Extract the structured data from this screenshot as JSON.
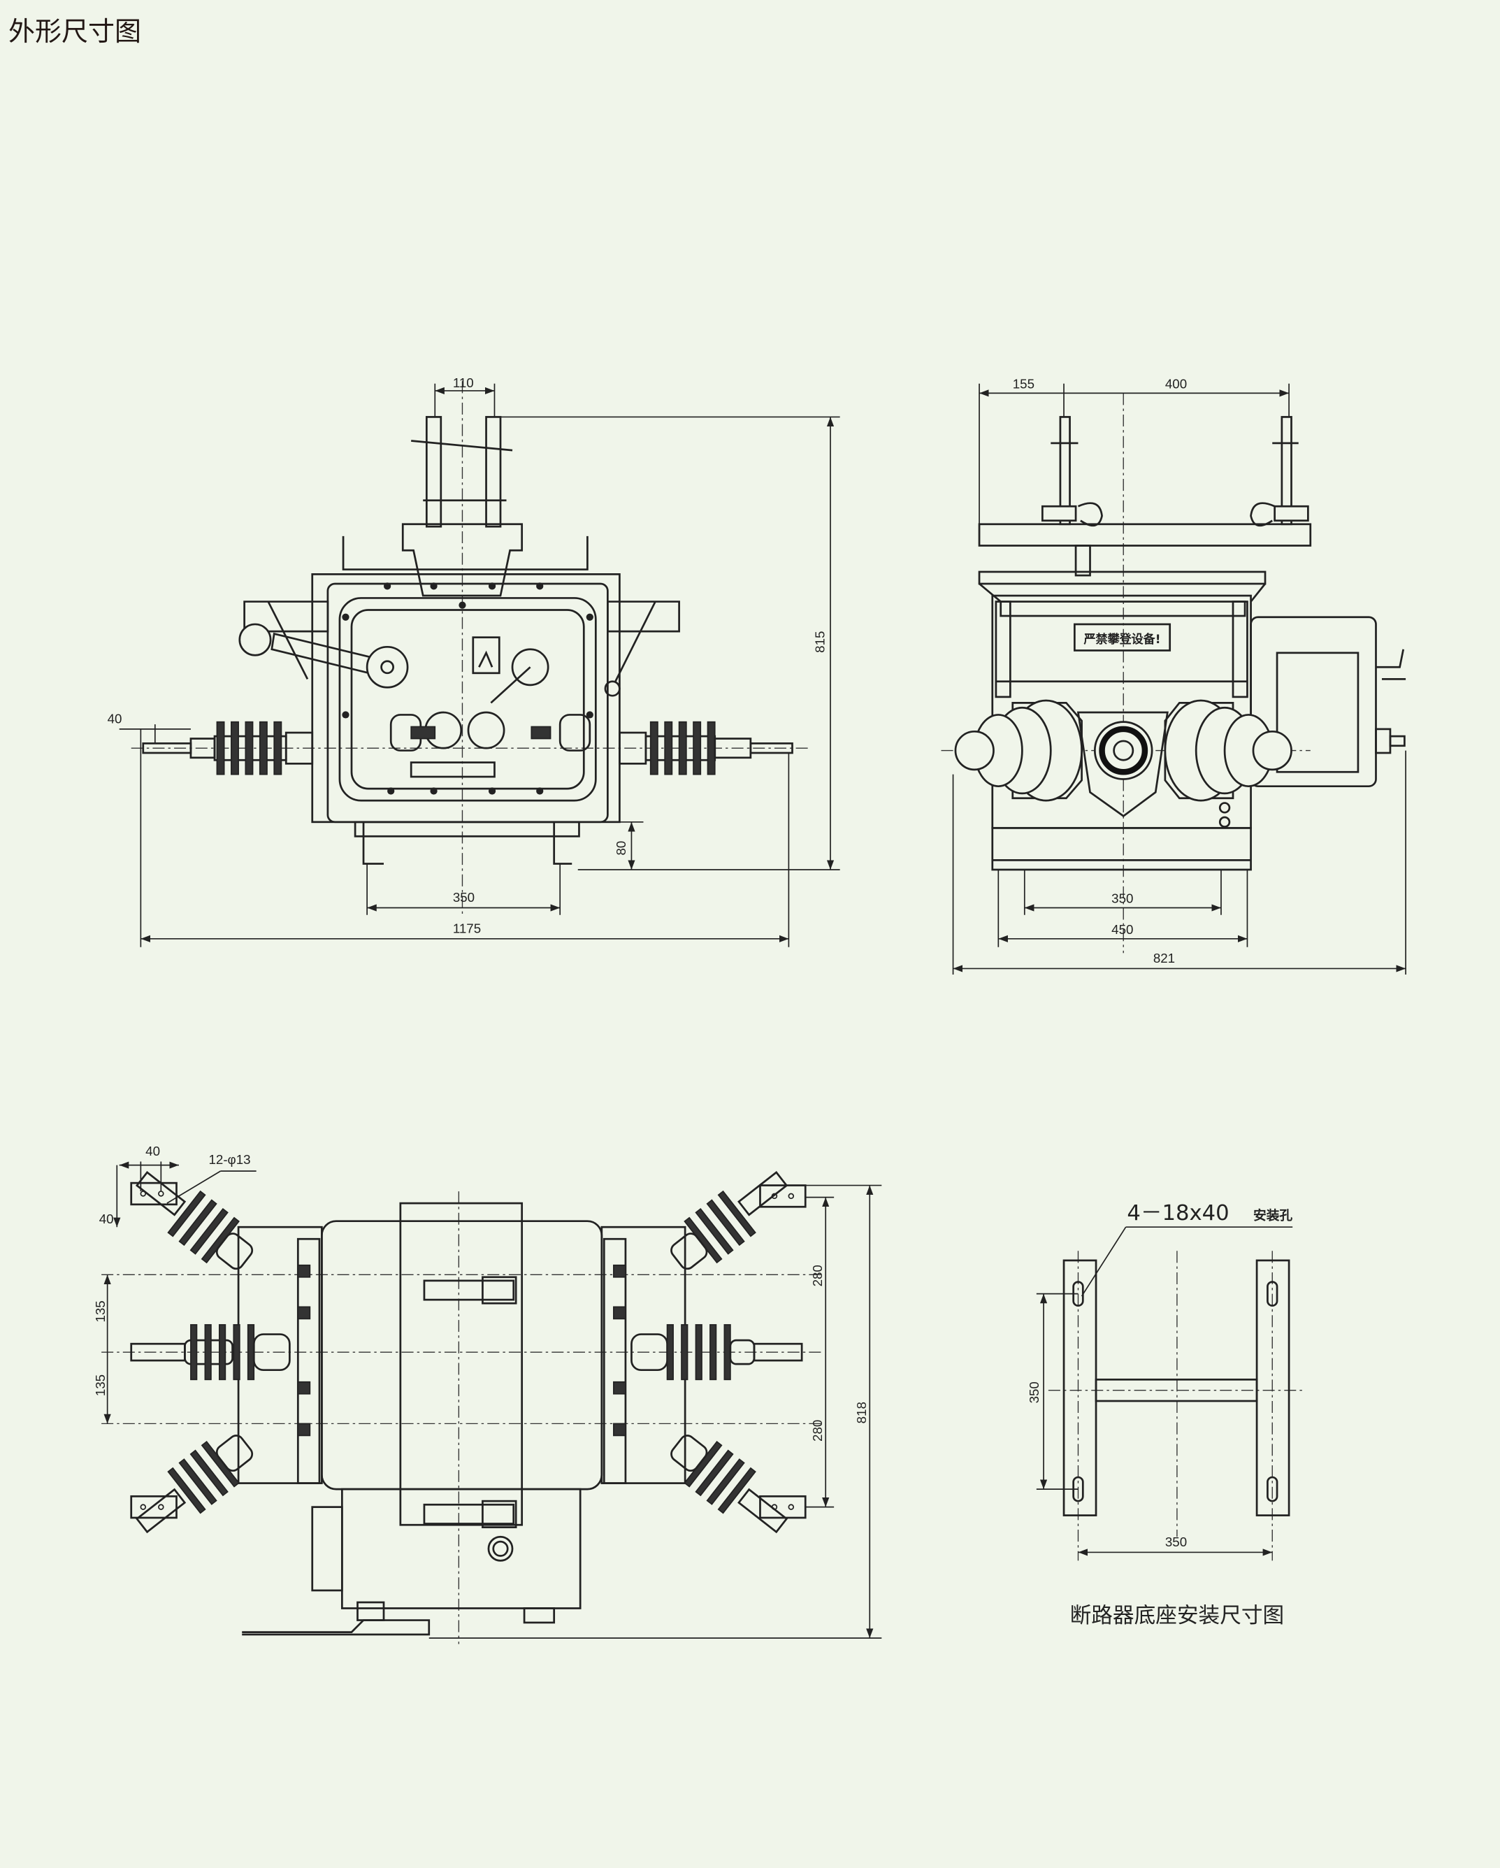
{
  "page_title": "外形尺寸图",
  "front_view": {
    "dims": {
      "top_width": "110",
      "height": "815",
      "terminal": "40",
      "foot_height": "80",
      "foot_span": "350",
      "overall_width": "1175"
    }
  },
  "side_view": {
    "dims": {
      "left_offset": "155",
      "bracket_span": "400",
      "base_inner": "350",
      "base_outer": "450",
      "overall_depth": "821"
    },
    "warning_sign": "严禁攀登设备!"
  },
  "top_view": {
    "dims": {
      "terminal_pitch": "40",
      "hole_spec": "12-φ13",
      "terminal_offset": "40",
      "upper_pitch_left": "135",
      "lower_pitch_left": "135",
      "upper_pitch_right": "280",
      "lower_pitch_right": "280",
      "overall_length": "818"
    }
  },
  "mounting_view": {
    "hole_spec": "4－18x40",
    "hole_label": "安装孔",
    "dims": {
      "vertical": "350",
      "horizontal": "350"
    },
    "caption": "断路器底座安装尺寸图"
  }
}
